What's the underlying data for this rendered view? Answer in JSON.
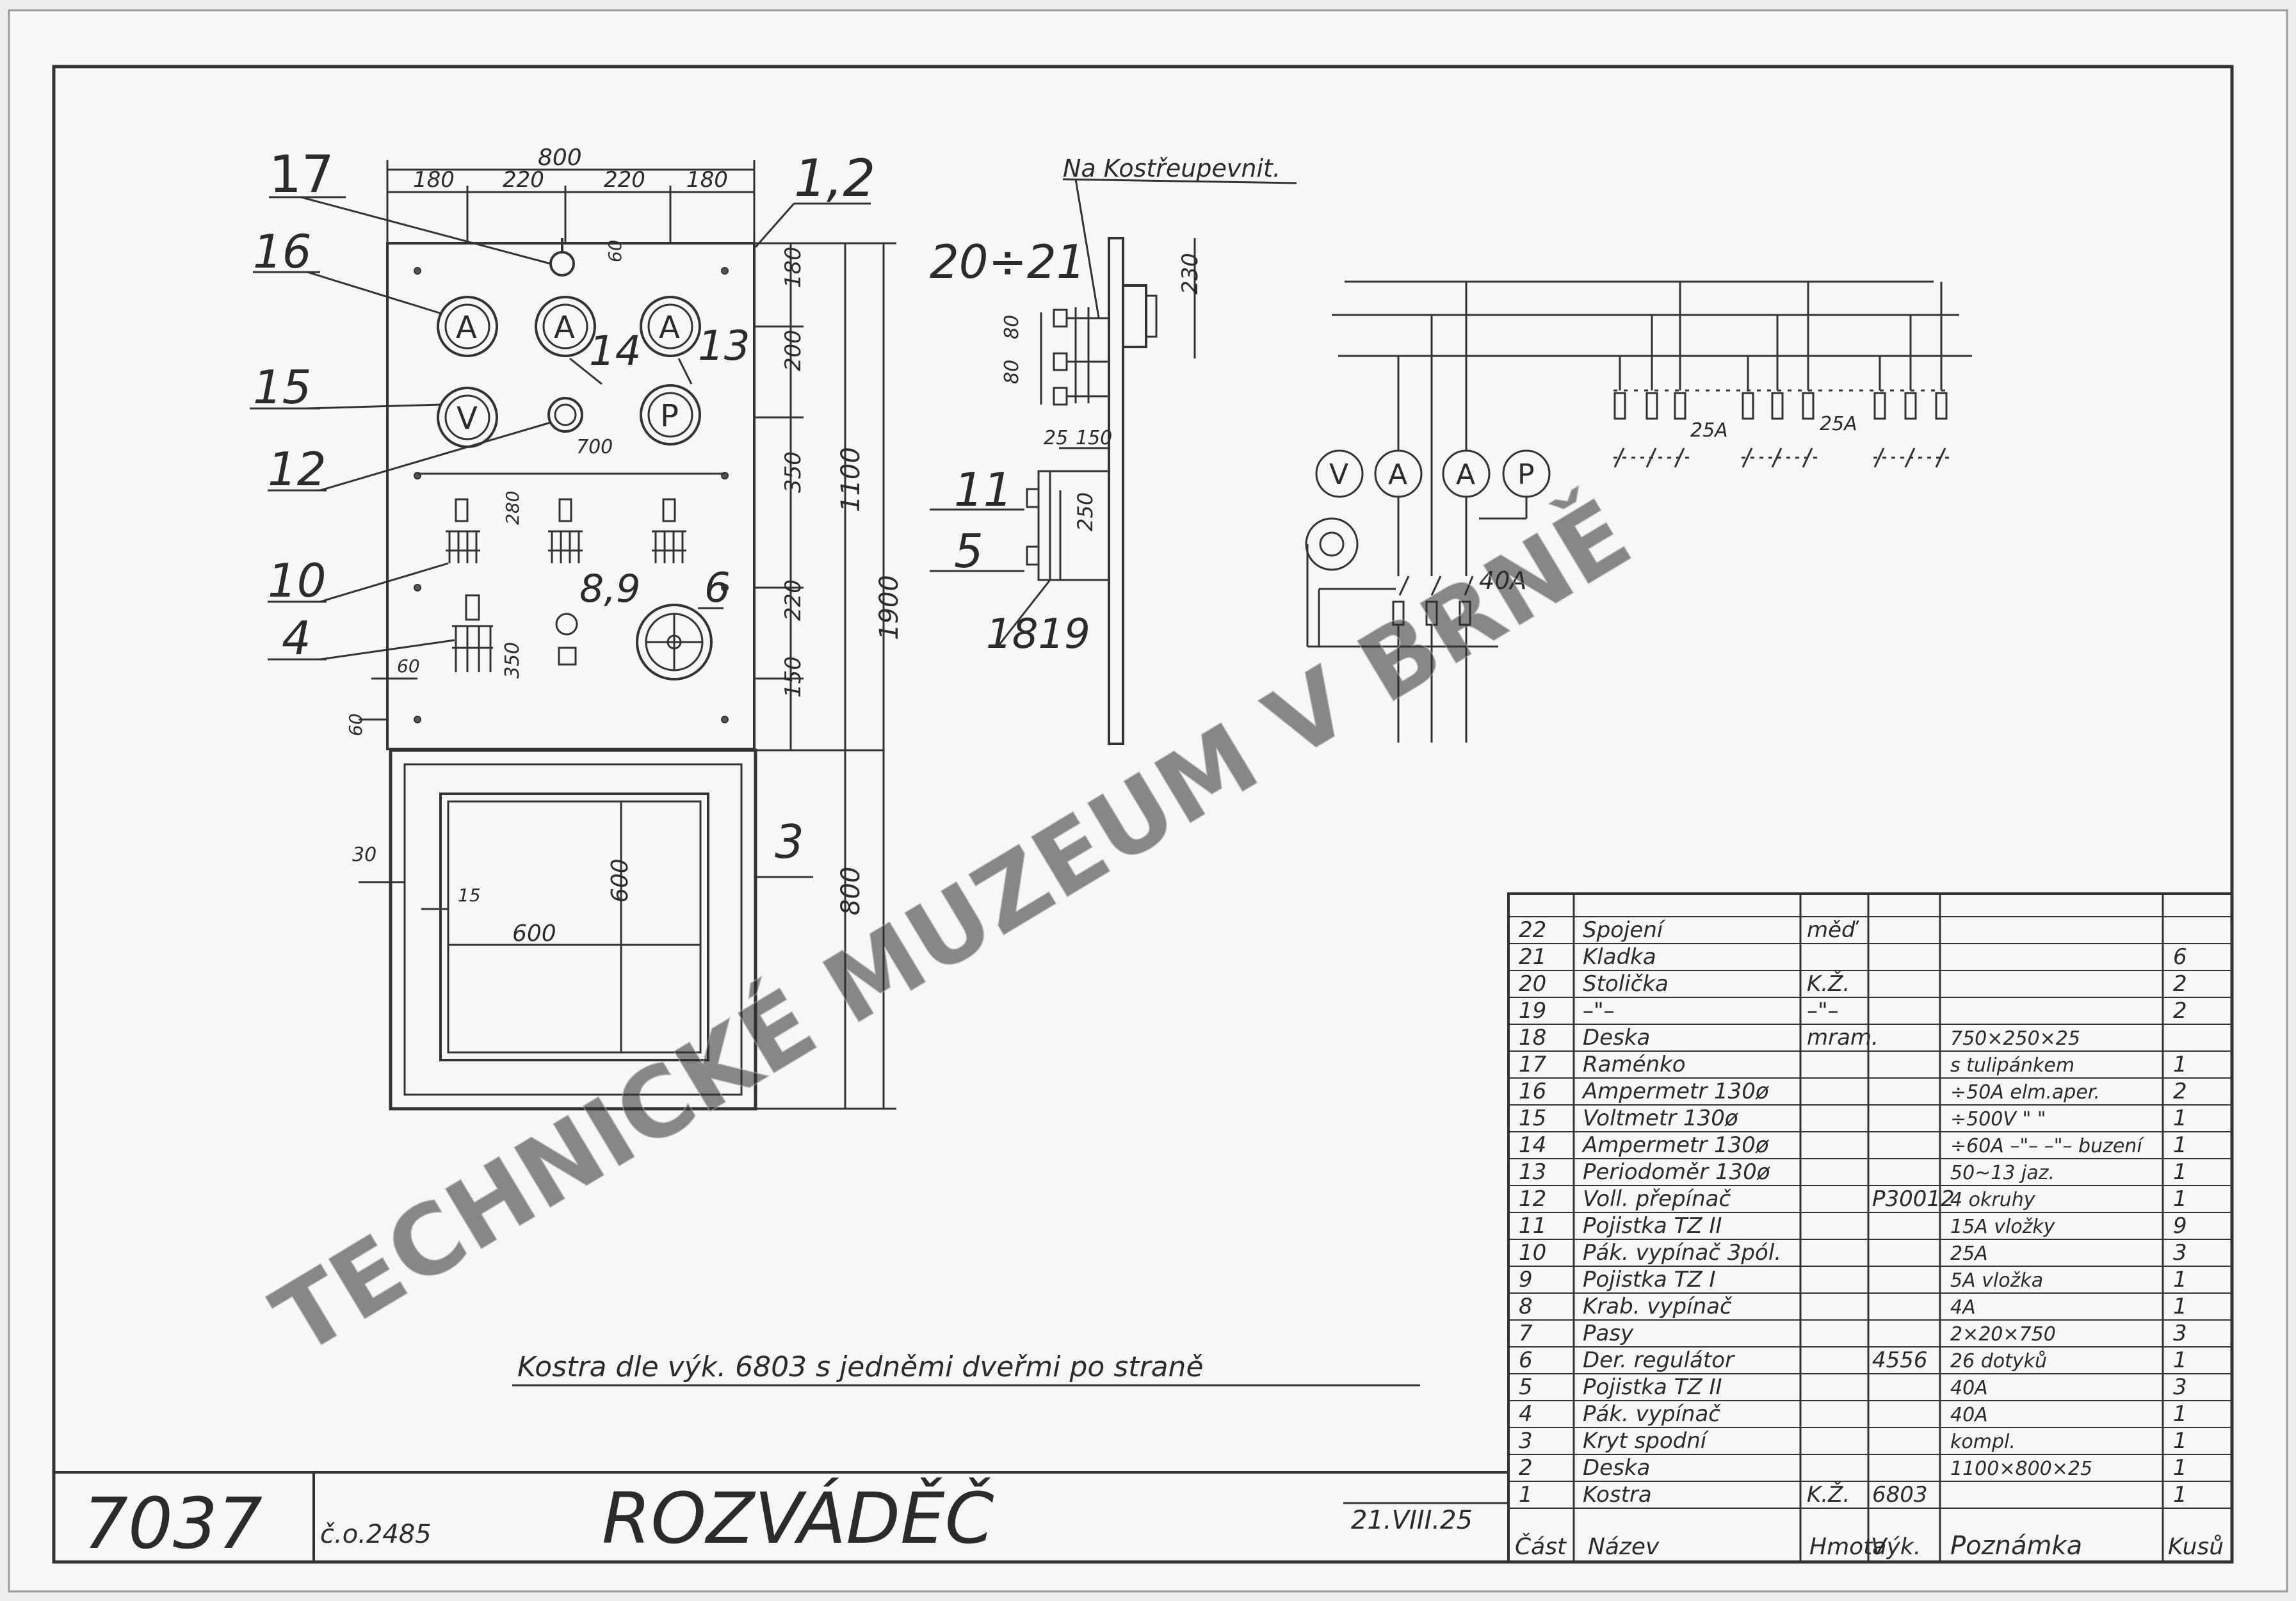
{
  "drawing": {
    "number": "7037",
    "order_no": "č.o.2485",
    "title": "ROZVÁDĚČ",
    "date": "21.VIII.25",
    "note": "Kostra dle výk. 6803 s jedněmi dveřmi po straně",
    "watermark": "TECHNICKÉ MUZEUM V BRNĚ"
  },
  "front_view": {
    "dims": {
      "total_width": "800",
      "seg1": "180",
      "seg2": "220",
      "seg3": "220",
      "seg4": "180",
      "h180": "180",
      "h200": "200",
      "h350": "350",
      "h220": "220",
      "h150": "150",
      "h1100": "1100",
      "h1900": "1900",
      "h800": "800",
      "d60a": "60",
      "d700": "700",
      "d280": "280",
      "d350b": "350",
      "d60b": "60",
      "d60c": "60",
      "d30": "30",
      "d15": "15",
      "d600w": "600",
      "d600h": "600"
    },
    "callouts": {
      "c17": "17",
      "c16": "16",
      "c15": "15",
      "c12": "12",
      "c10": "10",
      "c4": "4",
      "c12b": "1,2",
      "c14": "14",
      "c13": "13",
      "c89": "8,9",
      "c6": "6",
      "c3": "3"
    },
    "meters": {
      "m1": "A",
      "m2": "A",
      "m3": "A",
      "m4": "V",
      "m5": "P"
    }
  },
  "side_view": {
    "label_top": "Na Kostřeupevnit.",
    "callouts": {
      "c2021": "20÷21",
      "c11": "11",
      "c5": "5",
      "c1819": "1819"
    },
    "dims": {
      "d230": "230",
      "d80a": "80",
      "d80b": "80",
      "d25": "25",
      "d150": "150",
      "d250": "250"
    }
  },
  "schematic": {
    "meters": {
      "s1": "V",
      "s2": "A",
      "s3": "A",
      "s4": "P"
    },
    "labels": {
      "fuse1": "25A",
      "fuse2": "25A",
      "main": "40A"
    }
  },
  "parts_table": {
    "headers": [
      "Část",
      "Název",
      "Hmota",
      "Výk.",
      "Poznámka",
      "Kusů"
    ],
    "rows": [
      [
        "22",
        "Spojení",
        "měď",
        "",
        "",
        ""
      ],
      [
        "21",
        "Kladka",
        "",
        "",
        "",
        "6"
      ],
      [
        "20",
        "Stolička",
        "K.Ž.",
        "",
        "",
        "2"
      ],
      [
        "19",
        "–\"–",
        "–\"–",
        "",
        "",
        "2"
      ],
      [
        "18",
        "Deska",
        "mram.",
        "",
        "750×250×25",
        ""
      ],
      [
        "17",
        "Raménko",
        "",
        "",
        "s tulipánkem",
        "1"
      ],
      [
        "16",
        "Ampermetr 130ø",
        "",
        "",
        "÷50A elm.aper.",
        "2"
      ],
      [
        "15",
        "Voltmetr 130ø",
        "",
        "",
        "÷500V \" \"",
        "1"
      ],
      [
        "14",
        "Ampermetr 130ø",
        "",
        "",
        "÷60A –\"– –\"– buzení",
        "1"
      ],
      [
        "13",
        "Periodoměr 130ø",
        "",
        "",
        "50~13 jaz.",
        "1"
      ],
      [
        "12",
        "Voll. přepínač",
        "",
        "P30012",
        "4 okruhy",
        "1"
      ],
      [
        "11",
        "Pojistka TZ II",
        "",
        "",
        "15A vložky",
        "9"
      ],
      [
        "10",
        "Pák. vypínač 3pól.",
        "",
        "",
        "25A",
        "3"
      ],
      [
        "9",
        "Pojistka TZ I",
        "",
        "",
        "5A vložka",
        "1"
      ],
      [
        "8",
        "Krab. vypínač",
        "",
        "",
        "4A",
        "1"
      ],
      [
        "7",
        "Pasy",
        "",
        "",
        "2×20×750",
        "3"
      ],
      [
        "6",
        "Der. regulátor",
        "",
        "4556",
        "26 dotyků",
        "1"
      ],
      [
        "5",
        "Pojistka TZ II",
        "",
        "",
        "40A",
        "3"
      ],
      [
        "4",
        "Pák. vypínač",
        "",
        "",
        "40A",
        "1"
      ],
      [
        "3",
        "Kryt spodní",
        "",
        "",
        "kompl.",
        "1"
      ],
      [
        "2",
        "Deska",
        "",
        "",
        "1100×800×25",
        "1"
      ],
      [
        "1",
        "Kostra",
        "K.Ž.",
        "6803",
        "",
        "1"
      ]
    ]
  }
}
